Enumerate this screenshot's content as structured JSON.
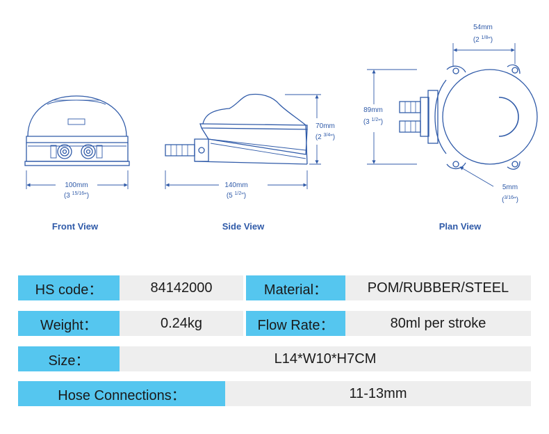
{
  "drawings": {
    "front_view": {
      "caption": "Front View",
      "dim_mm": "100mm",
      "dim_in_a": "(3 ",
      "dim_in_frac": "15/16",
      "dim_in_b": "\")"
    },
    "side_view": {
      "caption": "Side View",
      "width_mm": "140mm",
      "width_in_a": "(5 ",
      "width_in_frac": "1/2",
      "width_in_b": "\")",
      "height_mm": "70mm",
      "height_in_a": "(2 ",
      "height_in_frac": "3/4",
      "height_in_b": "\")"
    },
    "plan_view": {
      "caption": "Plan View",
      "top_mm": "54mm",
      "top_in_a": "(2 ",
      "top_in_frac": "1/8",
      "top_in_b": "\")",
      "left_mm": "89mm",
      "left_in_a": "(3 ",
      "left_in_frac": "1/2",
      "left_in_b": "\")",
      "hole_mm": "5mm",
      "hole_in_a": "(",
      "hole_in_frac": "3/16",
      "hole_in_b": "\")"
    }
  },
  "specs": {
    "hs_code_label": "HS code：",
    "hs_code_value": "84142000",
    "material_label": "Material：",
    "material_value": "POM/RUBBER/STEEL",
    "weight_label": "Weight：",
    "weight_value": "0.24kg",
    "flow_rate_label": "Flow Rate：",
    "flow_rate_value": "80ml per stroke",
    "size_label": "Size：",
    "size_value": "L14*W10*H7CM",
    "hose_label": "Hose Connections：",
    "hose_value": "11-13mm"
  },
  "colors": {
    "line": "#2f5aa8",
    "label_bg": "#55c6ef",
    "value_bg": "#eeeeee"
  }
}
